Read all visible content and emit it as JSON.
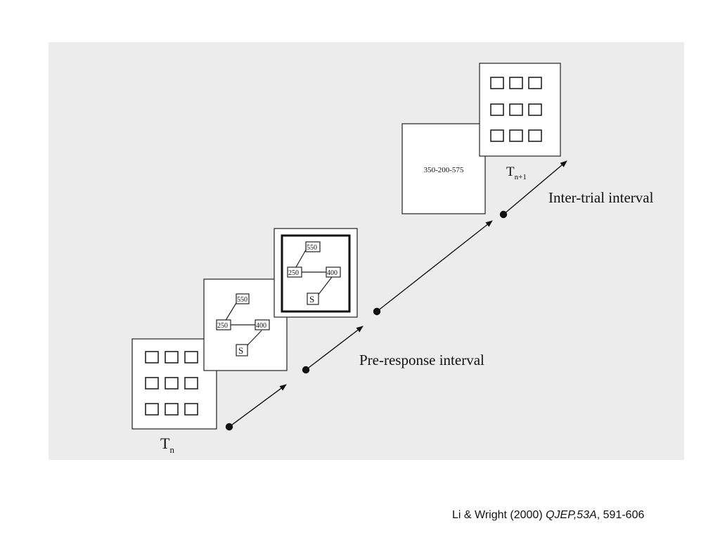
{
  "diagram": {
    "panel_tn_label_main": "T",
    "panel_tn_label_sub": "n",
    "panel_tn1_label_main": "T",
    "panel_tn1_label_sub": "n+1",
    "list_nodes": [
      "550",
      "250",
      "400",
      "S"
    ],
    "feedback_text": "350-200-575",
    "pre_response_label": "Pre-response interval",
    "inter_trial_label": "Inter-trial interval"
  },
  "caption": {
    "authors": "Li & Wright (2000)",
    "journal": "QJEP,53A",
    "pages": ", 591-606"
  }
}
